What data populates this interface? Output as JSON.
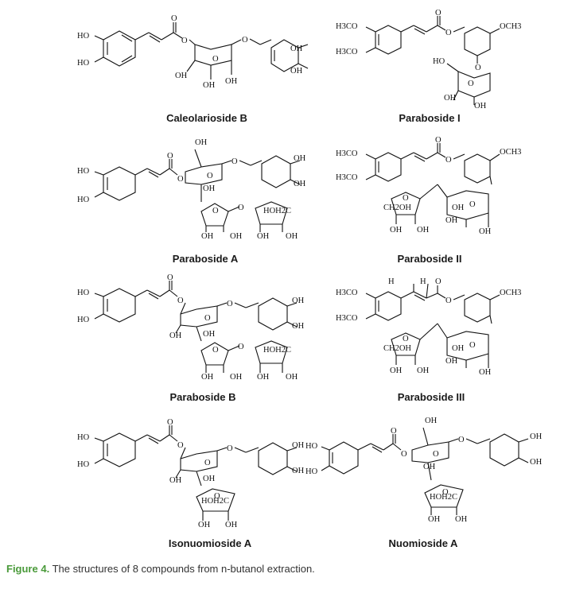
{
  "compounds": [
    {
      "name": "Caleolarioside B"
    },
    {
      "name": "Paraboside I"
    },
    {
      "name": "Paraboside A"
    },
    {
      "name": "Paraboside II"
    },
    {
      "name": "Paraboside B"
    },
    {
      "name": "Paraboside III"
    },
    {
      "name": "Isonuomioside A"
    },
    {
      "name": "Nuomioside A"
    }
  ],
  "labels": {
    "ho": "HO",
    "oh": "OH",
    "o": "O",
    "h": "H",
    "h3co": "H3CO",
    "och3": "OCH3",
    "hoh2c": "HOH2C",
    "ch2oh": "CH2OH"
  },
  "caption": {
    "figure_label": "Figure 4.",
    "text": " The structures of 8 compounds from n-butanol extraction."
  },
  "colors": {
    "figure_label": "#4a9a3a"
  }
}
